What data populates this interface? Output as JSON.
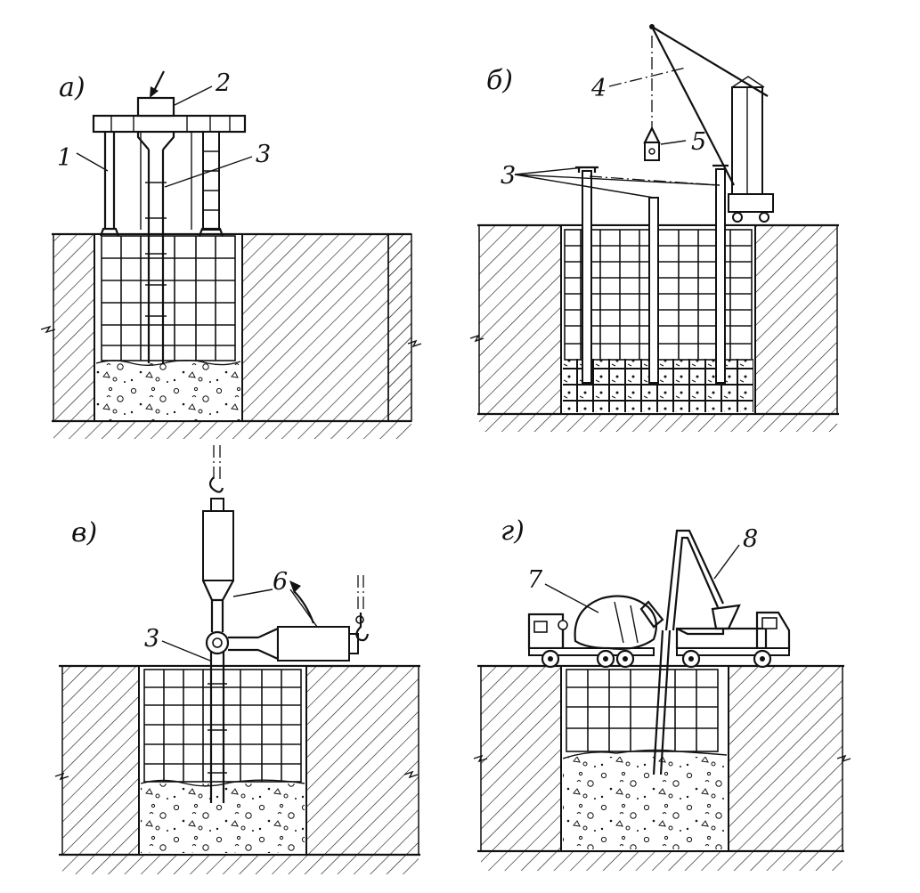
{
  "panels": {
    "a": {
      "letter": "а)",
      "labels": [
        "1",
        "2",
        "3"
      ]
    },
    "b": {
      "letter": "б)",
      "labels": [
        "3",
        "4",
        "5"
      ]
    },
    "v": {
      "letter": "в)",
      "labels": [
        "3",
        "6"
      ]
    },
    "g": {
      "letter": "г)",
      "labels": [
        "7",
        "8"
      ]
    }
  }
}
